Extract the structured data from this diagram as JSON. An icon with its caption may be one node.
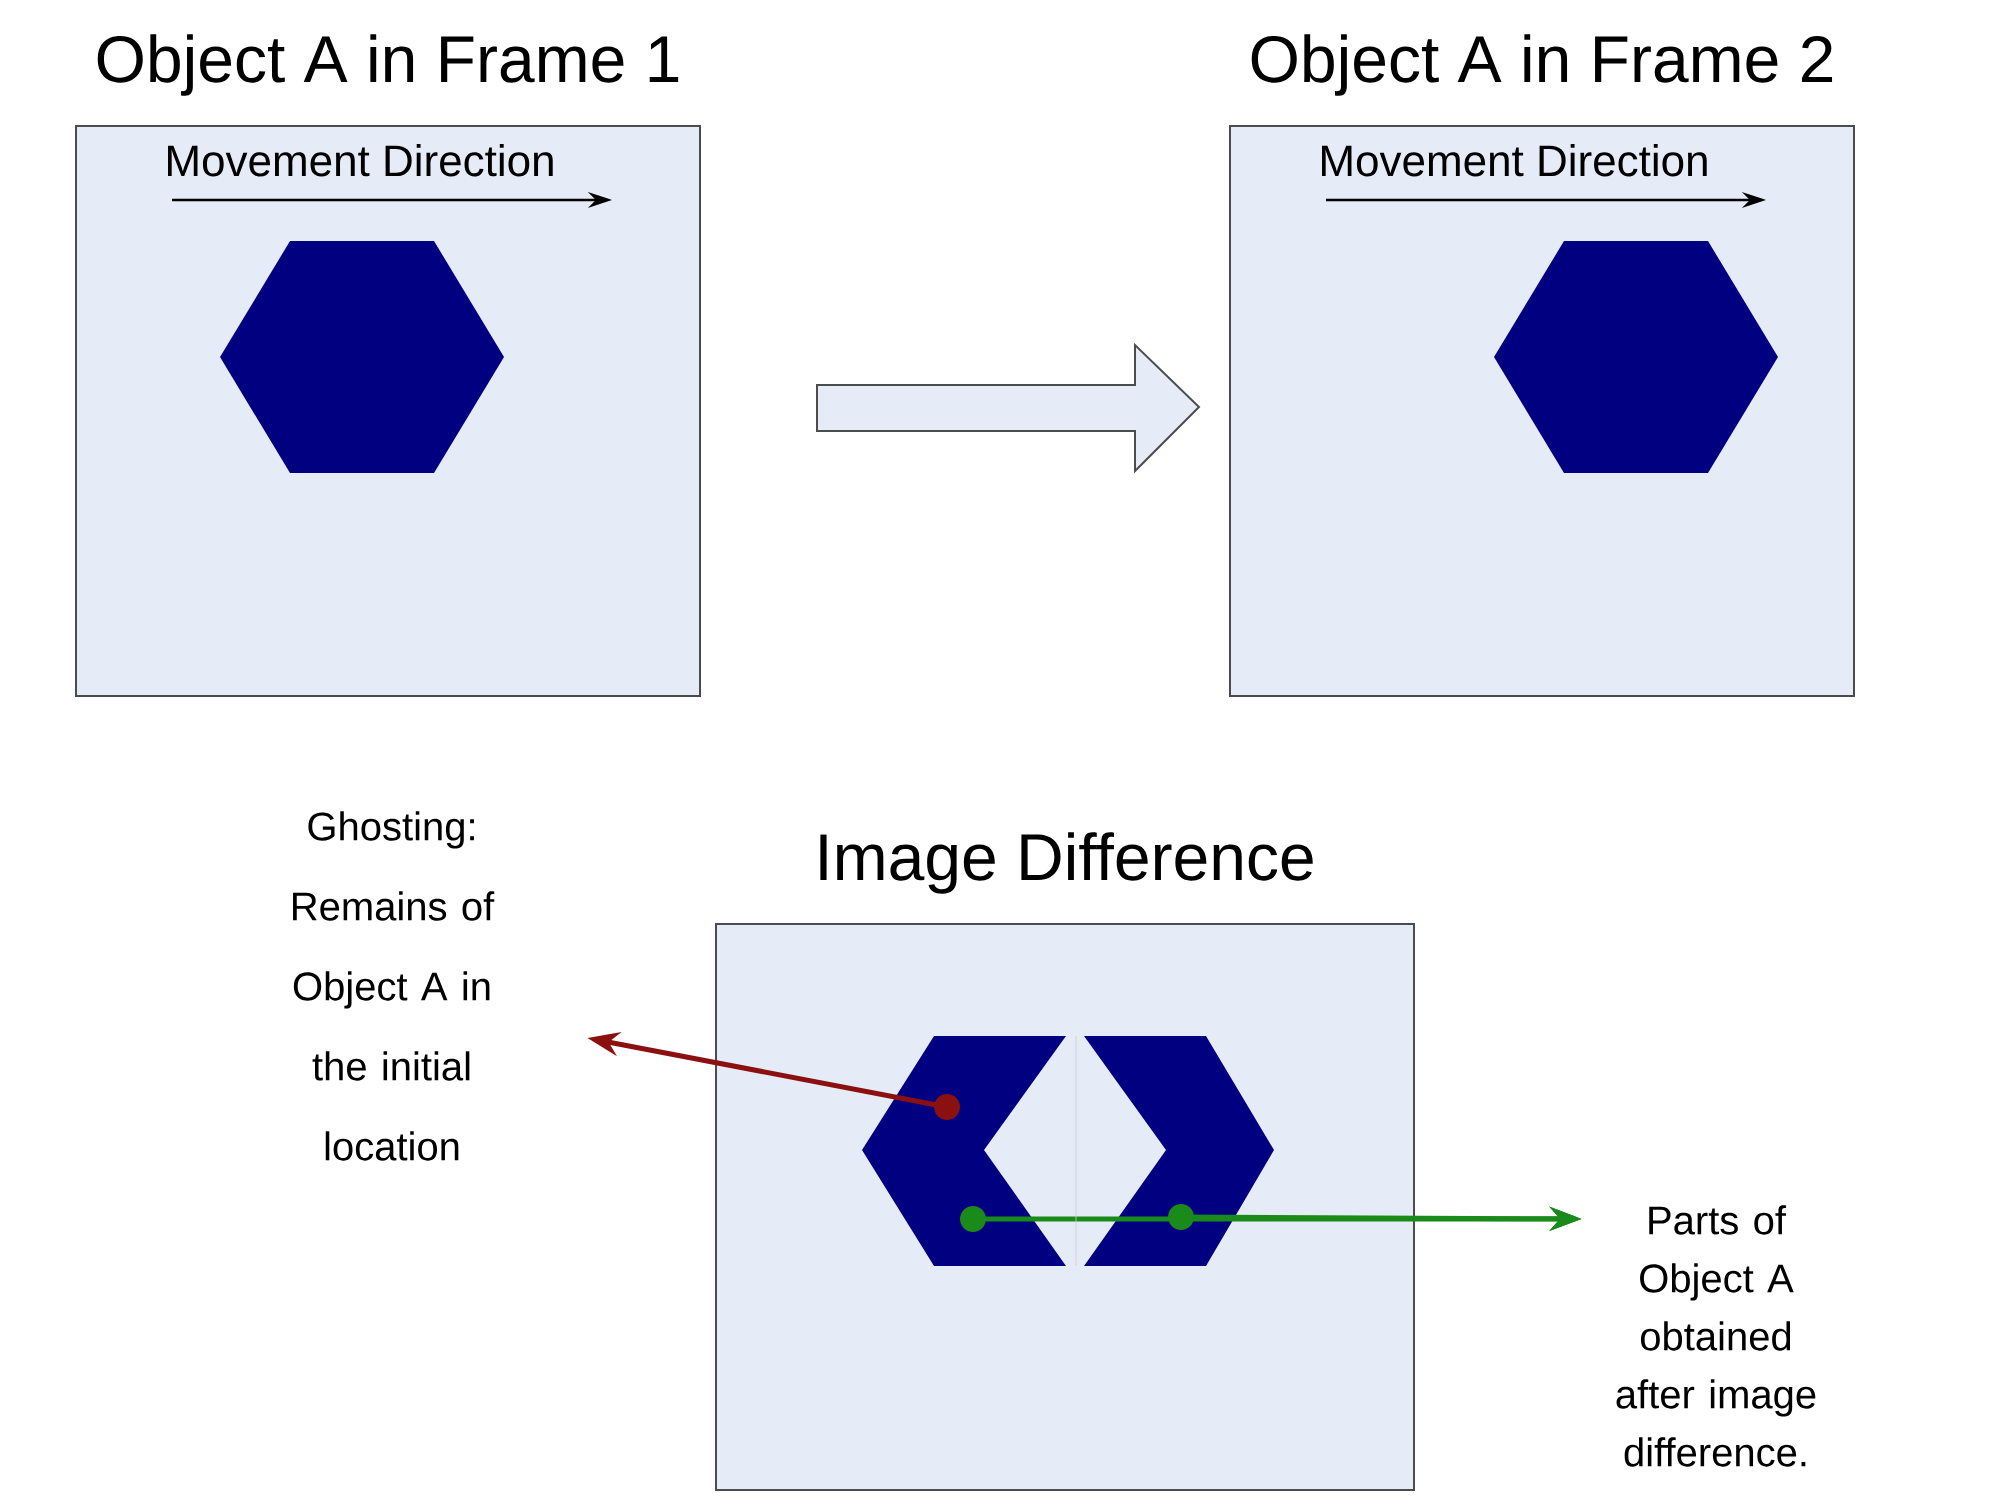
{
  "diagram": {
    "nodes": [
      {
        "text": [
          "Object A in Frame 1",
          "Movement Direction"
        ]
      },
      {
        "text": [],
        "shape": "hexagon",
        "in": 0
      },
      {
        "text": [
          "Object A in Frame 2",
          "Movement Direction"
        ]
      },
      {
        "text": [],
        "shape": "hexagon",
        "in": 2
      },
      {
        "text": [
          "Image Difference"
        ]
      },
      {
        "text": [],
        "shape": "circle",
        "in": 4
      },
      {
        "text": [],
        "shape": "circle",
        "in": 4
      },
      {
        "text": [],
        "shape": "circle",
        "in": 4
      },
      {
        "text": [
          "Ghosting: Remains of Object A in the initial location"
        ]
      },
      {
        "text": [
          "Parts of Object A obtained after image difference."
        ]
      }
    ],
    "edges": [
      {
        "from": 0,
        "to": 2,
        "arrow": "to"
      },
      {
        "from": 5,
        "to": 8,
        "arrow": "to",
        "color": "#8b1010"
      },
      {
        "from": 6,
        "to": 9,
        "arrow": "to",
        "color": "#1a8a1a"
      },
      {
        "from": 7,
        "to": 9,
        "arrow": "to",
        "color": "#1a8a1a"
      }
    ]
  }
}
